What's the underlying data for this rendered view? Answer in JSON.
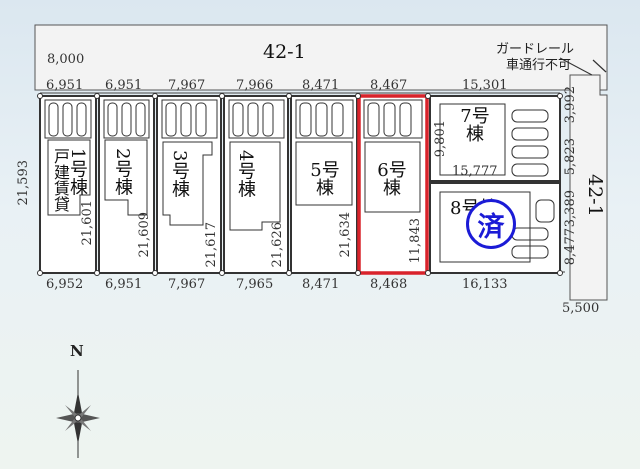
{
  "roads": {
    "north_label": "42-1",
    "east_label": "42-1",
    "guardrail_note_line1": "ガードレール",
    "guardrail_note_line2": "車通行不可"
  },
  "top_dimensions": {
    "overall": "8,000",
    "lot_widths": [
      "6,951",
      "6,951",
      "7,967",
      "7,966",
      "8,471",
      "8,467",
      "15,301"
    ]
  },
  "bottom_dimensions": {
    "lot_widths": [
      "6,952",
      "6,951",
      "7,967",
      "7,965",
      "8,471",
      "8,468",
      "16,133"
    ],
    "east_road": "5,500"
  },
  "side_dimensions": {
    "west_depth": "21,593",
    "east_upper": "3,992",
    "east_mid": "5,823",
    "east_lower1": "3,389",
    "east_lower2": "8,477"
  },
  "lots": [
    {
      "label": "1号棟",
      "depth": "21,601",
      "note": "戸建賃貸"
    },
    {
      "label": "2号棟",
      "depth": "21,609"
    },
    {
      "label": "3号棟",
      "depth": "21,617"
    },
    {
      "label": "4号棟",
      "depth": "21,626"
    },
    {
      "label": "5号棟",
      "depth": "21,634"
    },
    {
      "label": "6号棟",
      "depth": "11,843",
      "highlighted": true
    },
    {
      "label": "7号棟",
      "depth": "9,801",
      "width_inner": "15,777"
    },
    {
      "label": "8号棟",
      "sold_mark": "済"
    }
  ],
  "compass": {
    "label": "N"
  },
  "colors": {
    "highlight": "#d9232b",
    "sold": "#1b1bd6",
    "lot_fill": "#ffffff",
    "road_fill": "#f2f2f2"
  }
}
